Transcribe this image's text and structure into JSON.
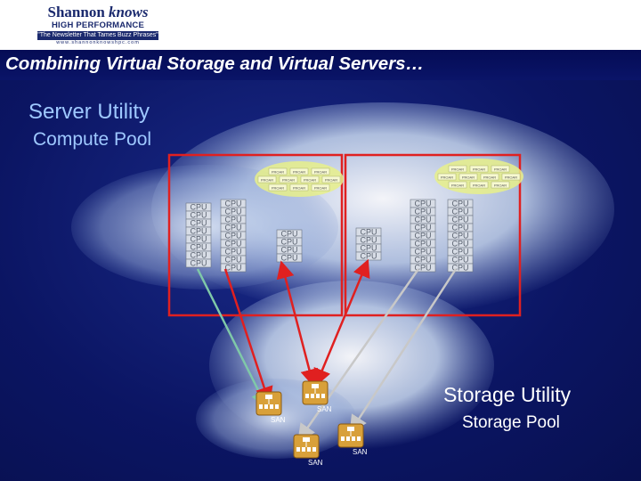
{
  "logo": {
    "title_main": "Shannon",
    "title_accent": "knows",
    "subtitle": "HIGH PERFORMANCE COMPUTING",
    "tagline": "\"The Newsletter That Tames Buzz Phrases\"",
    "url": "www.shannonknowshpc.com"
  },
  "slide_title": "Combining Virtual Storage and Virtual Servers…",
  "labels": {
    "server_utility": "Server Utility",
    "compute_pool": "Compute Pool",
    "storage_utility": "Storage Utility",
    "storage_pool": "Storage Pool"
  },
  "cpu_label": "CPU",
  "node_chip_label": "PROAR",
  "san_label": "SAN",
  "colors": {
    "header_bg": "#ffffff",
    "brand_navy": "#1b2a6e",
    "background": "#0b1050",
    "server_box": "#e02020",
    "arrow_red": "#e02020",
    "arrow_green": "#7fc8a8",
    "arrow_gray": "#c8c8c8",
    "utility_label": "#9ec8ff",
    "storage_label": "#ffffff",
    "node_cluster": "#e8f08a",
    "storage_icon": "#d8a03a"
  }
}
